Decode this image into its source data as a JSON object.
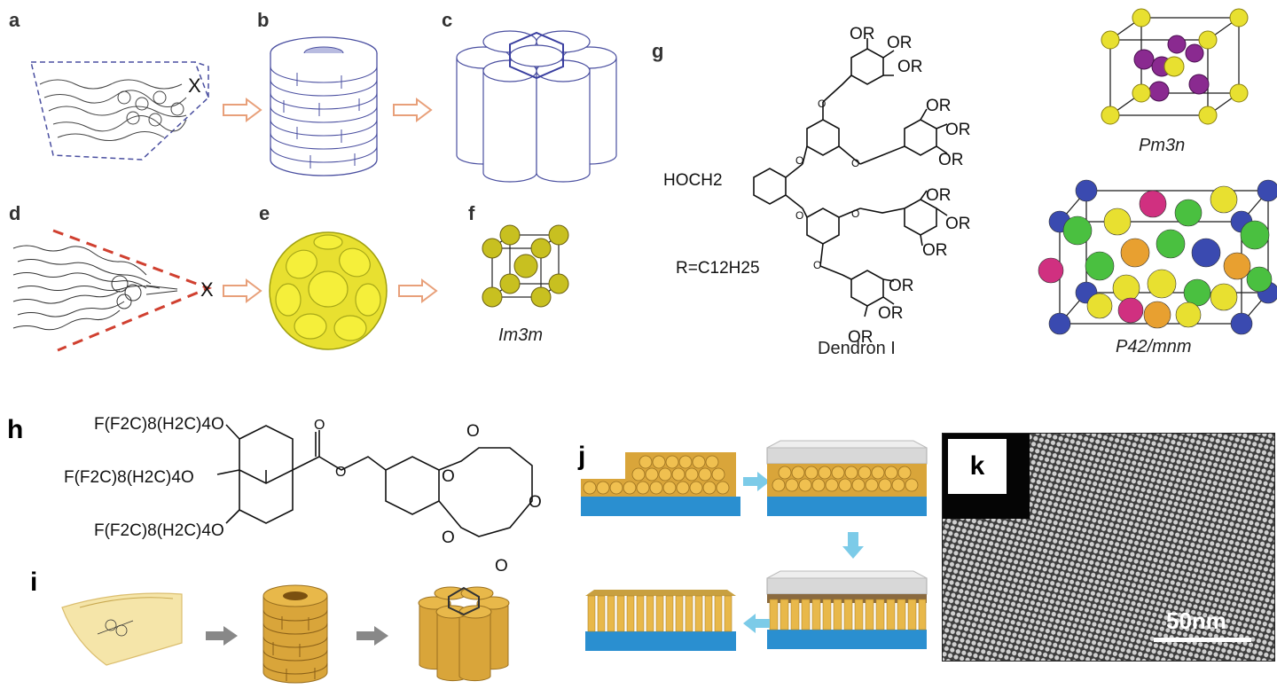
{
  "panel_labels": {
    "a": "a",
    "b": "b",
    "c": "c",
    "d": "d",
    "e": "e",
    "f": "f",
    "g": "g",
    "h": "h",
    "i": "i",
    "j": "j",
    "k": "k"
  },
  "panel_a": {
    "end_group": "X"
  },
  "panel_d": {
    "end_group": "X"
  },
  "panel_f": {
    "caption": "Im3m"
  },
  "panel_g": {
    "focal_group": "HOCH2",
    "r_definition": "R=C12H25",
    "caption": "Dendron I",
    "or_label": "OR"
  },
  "top_right": {
    "cubic_caption": "Pm3n",
    "tetragonal_caption": "P42/mnm"
  },
  "panel_h": {
    "chain_top": "F(F2C)8(H2C)4O",
    "chain_mid": "F(F2C)8(H2C)4O",
    "chain_bot": "F(F2C)8(H2C)4O",
    "ring_atom": "O"
  },
  "panel_k": {
    "scale_bar": "50nm"
  },
  "colors": {
    "arrow_orange": "#e8a07a",
    "sketch_blue": "#4a4fa0",
    "dashed_red": "#d04030",
    "sphere_yellow": "#e8e030",
    "sphere_purple": "#8a2a90",
    "gold": "#d9a53a",
    "substrate_blue": "#2a8fd0",
    "arrow_cyan": "#7ccbe8"
  }
}
